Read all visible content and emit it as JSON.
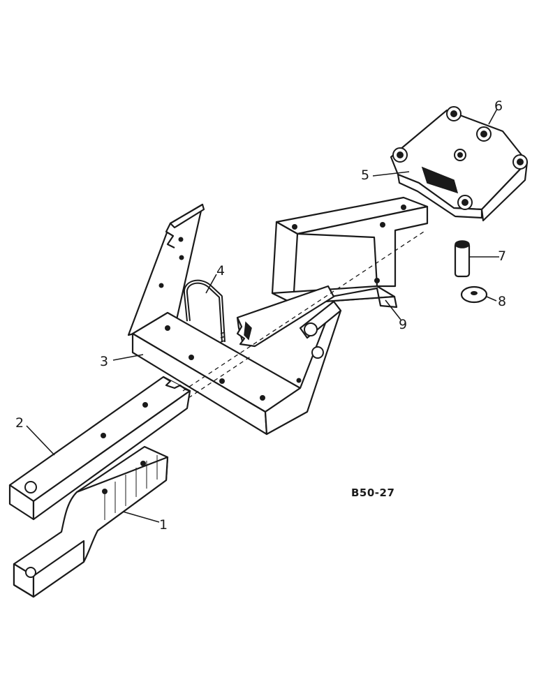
{
  "diagram": {
    "code": "B50-27",
    "callouts": {
      "c1": "1",
      "c2": "2",
      "c3": "3",
      "c4": "4",
      "c5": "5",
      "c6": "6",
      "c7": "7",
      "c8": "8",
      "c9": "9"
    }
  }
}
